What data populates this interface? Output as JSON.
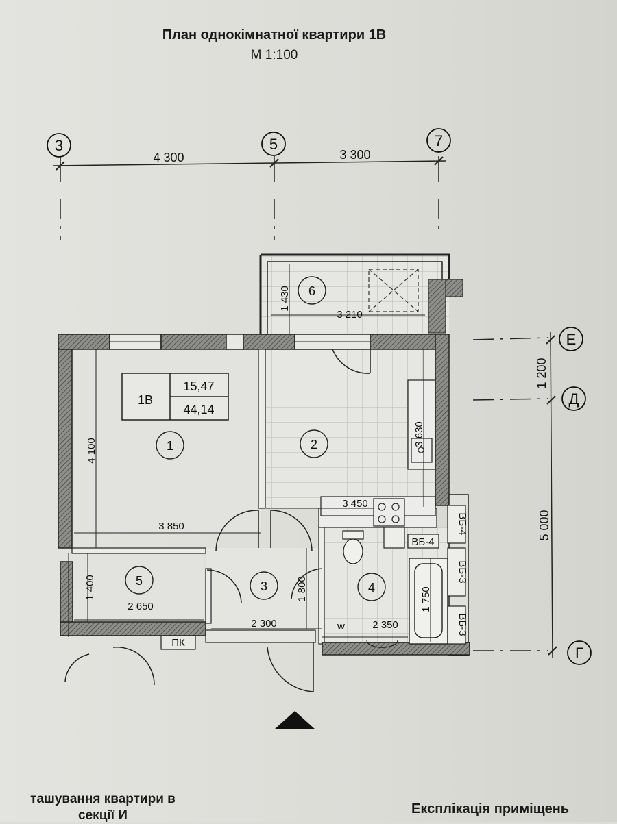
{
  "header": {
    "title": "План однокімнатної квартири 1В",
    "scale": "М 1:100"
  },
  "axes": {
    "vertical": [
      "3",
      "5",
      "7"
    ],
    "horizontal": [
      "Е",
      "Д",
      "Г"
    ]
  },
  "dimensions": {
    "top_span_1": "4 300",
    "top_span_2": "3 300",
    "right_span_upper": "1 200",
    "right_span_lower": "5 000",
    "room1_height": "4 100",
    "room1_width": "3 850",
    "room2_depth": "3 630",
    "room2_width": "3 450",
    "balcony_depth": "1 430",
    "balcony_width": "3 210",
    "room5_height": "1 400",
    "room5_width": "2 650",
    "hall_width": "2 300",
    "hall_height": "1 800",
    "bath_width": "2 350",
    "bath_height": "1 750"
  },
  "apartment_label": {
    "code": "1В",
    "living_area": "15,47",
    "total_area": "44,14"
  },
  "rooms": [
    "1",
    "2",
    "3",
    "4",
    "5",
    "6"
  ],
  "equipment": {
    "vb4_a": "ВБ-4",
    "vb4_b": "ВБ-4",
    "vb3_a": "ВБ-3",
    "vb3_b": "ВБ-3",
    "pk": "ПК",
    "w": "w"
  },
  "footer": {
    "left_line1": "ташування квартири в",
    "left_line2": "секції И",
    "right": "Експлікація приміщень"
  }
}
